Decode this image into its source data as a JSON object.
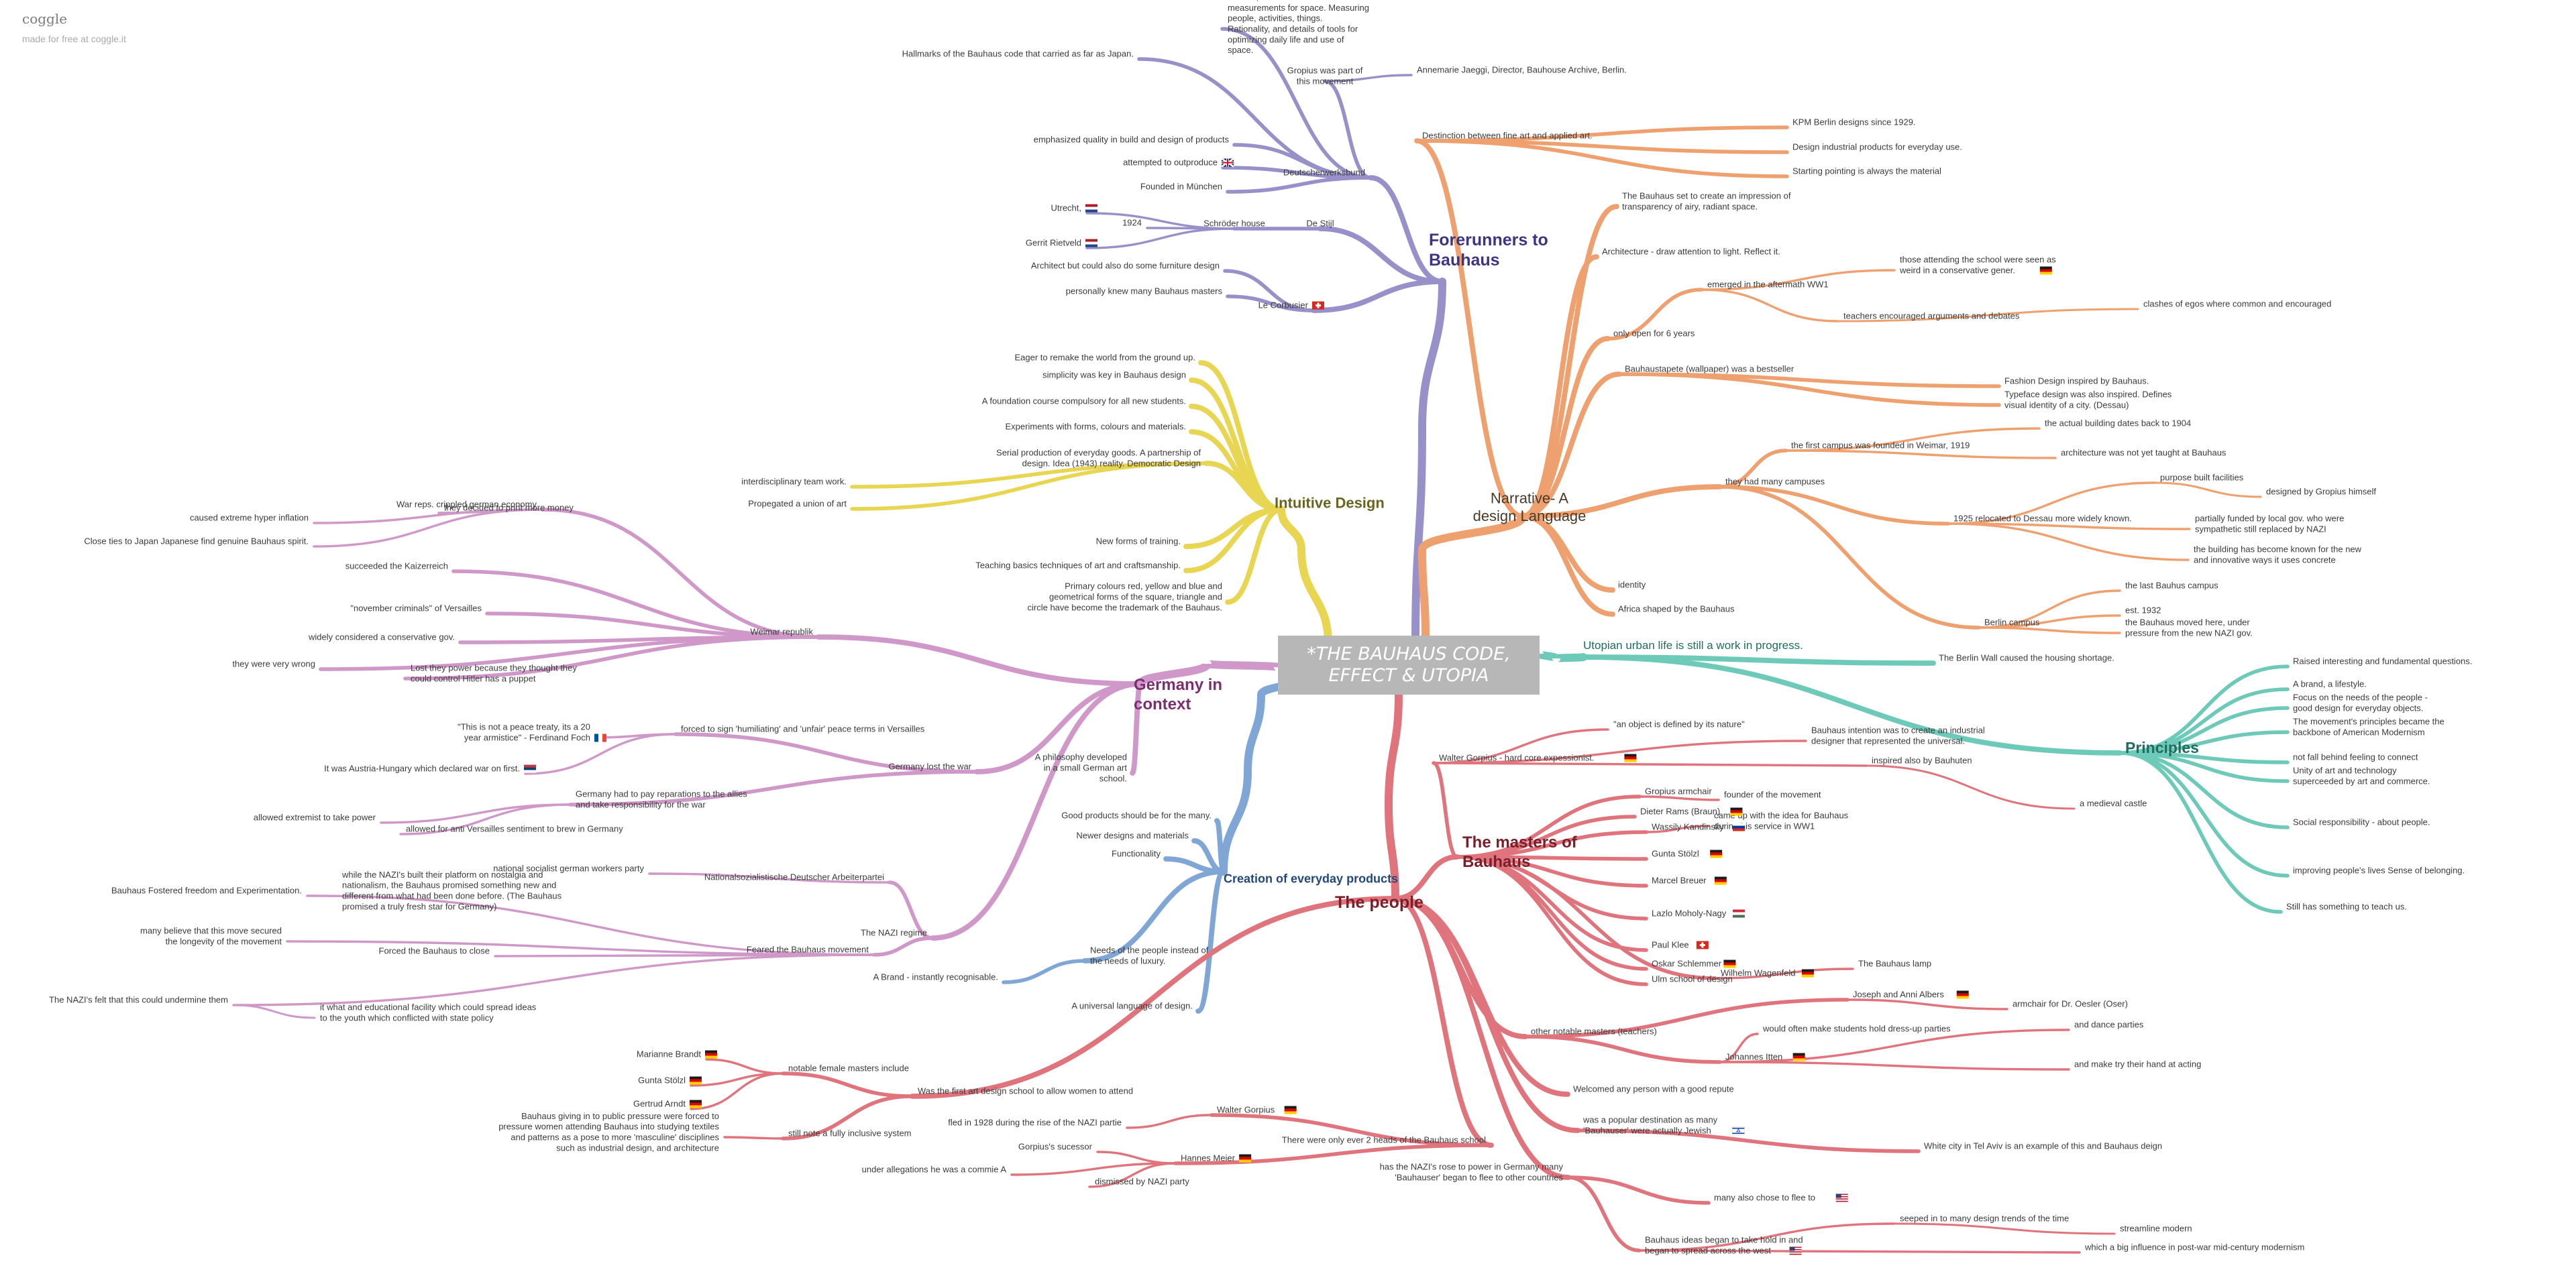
{
  "brand": {
    "name": "coggle",
    "tagline": "made for free at coggle.it"
  },
  "central": {
    "title": "*THE BAUHAUS CODE,\nEFFECT & UTOPIA"
  },
  "colors": {
    "forerunners": "#9891c9",
    "intuitive": "#e8d552",
    "germany": "#cf98c8",
    "creation": "#7fa6d5",
    "narrative": "#eea06f",
    "utopian": "#6dcab9",
    "people": "#e0747c"
  },
  "branches": [
    {
      "id": "forerunners",
      "label": "Forerunners to\nBauhaus",
      "color": "#9891c9",
      "text_color": "#3d3580",
      "children": [
        {
          "label": "Deutscherwerksbund",
          "children": [
            {
              "label": "Neufert, best seller manual on measurements for space. Measuring people, activities, things. Rationality, and details of tools for optimizing daily life and use of space."
            },
            {
              "label": "Gropius was part of this movement",
              "children": [
                {
                  "label": "Annemarie Jaeggi, Director, Bauhouse Archive, Berlin."
                }
              ]
            },
            {
              "label": "Hallmarks of the Bauhaus code that carried as far as Japan."
            },
            {
              "label": "emphasized quality in build and design of products"
            },
            {
              "label": "attempted to outproduce",
              "flag": "uk"
            },
            {
              "label": "Founded in München"
            }
          ]
        },
        {
          "label": "De Stijl",
          "children": [
            {
              "label": "Schröder house",
              "children": [
                {
                  "label": "Utrecht,",
                  "flag": "nl"
                },
                {
                  "label": "1924"
                },
                {
                  "label": "Gerrit Rietveld",
                  "flag": "nl"
                }
              ]
            }
          ]
        },
        {
          "label": "Le Corbusier",
          "flag": "ch",
          "children": [
            {
              "label": "Architect but could also do some furniture design"
            },
            {
              "label": "personally knew many Bauhaus masters"
            }
          ]
        }
      ]
    },
    {
      "id": "intuitive",
      "label": "Intuitive Design",
      "color": "#e8d552",
      "text_color": "#6b6320",
      "children": [
        {
          "label": "Eager to remake the world from the ground up."
        },
        {
          "label": "simplicity was key in Bauhaus design"
        },
        {
          "label": "A foundation course compulsory for all new students."
        },
        {
          "label": "Experiments with forms, colours and materials."
        },
        {
          "label": "Serial production of everyday goods. A partnership of design. Idea (1943) reality. Democratic Design",
          "children": [
            {
              "label": "interdisciplinary team work."
            },
            {
              "label": "Propegated a union of art"
            }
          ]
        },
        {
          "label": "New forms of training."
        },
        {
          "label": "Teaching basics techniques of art and craftsmanship."
        },
        {
          "label": "Primary colours red, yellow and blue and geometrical forms of the square, triangle and circle have become the trademark of the Bauhaus."
        }
      ]
    },
    {
      "id": "germany",
      "label": "Germany in\ncontext",
      "color": "#cf98c8",
      "text_color": "#7a2f70",
      "children": [
        {
          "label": "Weimar republik",
          "children": [
            {
              "label": "War reps. crippled german economy",
              "children": [
                {
                  "label": "they decided to print more money"
                },
                {
                  "label": "caused extreme hyper inflation"
                },
                {
                  "label": "Close ties to Japan Japanese find genuine Bauhaus spirit."
                }
              ]
            },
            {
              "label": "succeeded the Kaizerreich"
            },
            {
              "label": "\"november criminals\" of Versailles"
            },
            {
              "label": "widely considered a conservative gov."
            },
            {
              "label": "they were very wrong"
            },
            {
              "label": "Lost they power because they thought they could control Hitler has a puppet"
            }
          ]
        },
        {
          "label": "A philosophy developed in a small German art school."
        },
        {
          "label": "Germany lost the war",
          "children": [
            {
              "label": "forced to sign 'humiliating' and 'unfair' peace terms in Versailles",
              "children": [
                {
                  "label": "\"This is not a peace treaty, its a 20 year armistice\" - Ferdinand Foch",
                  "flag": "fr"
                },
                {
                  "label": "It was Austria-Hungary which declared war on first.",
                  "flag": "rs"
                }
              ]
            },
            {
              "label": "Germany had to pay reparations to the allies and take responsibility for the war",
              "children": [
                {
                  "label": "allowed extremist to take power"
                },
                {
                  "label": "allowed for anti Versailles sentiment to brew in Germany"
                }
              ]
            }
          ]
        },
        {
          "label": "The NAZI regime",
          "children": [
            {
              "label": "Nationalsozialistische Deutscher Arbeiterpartei",
              "children": [
                {
                  "label": "national socialist german workers party"
                }
              ]
            },
            {
              "label": "Feared the Bauhaus movement",
              "children": [
                {
                  "label": "Bauhaus Fostered freedom and Experimentation.",
                  "children": [
                    {
                      "label": "while the NAZI's built their platform on nostalgia and nationalism, the Bauhaus promised something new and different from what had been done before. (The Bauhaus promised a truly fresh star for Germany)"
                    }
                  ]
                },
                {
                  "label": "many believe that this move secured the longevity of the movement"
                },
                {
                  "label": "Forced the Bauhaus to close"
                },
                {
                  "label": "The NAZI's felt that this could undermine them",
                  "children": [
                    {
                      "label": "it what and educational facility which could spread ideas to the youth which conflicted with state policy"
                    }
                  ]
                }
              ]
            }
          ]
        }
      ]
    },
    {
      "id": "creation",
      "label": "Creation of everyday products",
      "color": "#7fa6d5",
      "text_color": "#24477a",
      "children": [
        {
          "label": "Good products should be for the many."
        },
        {
          "label": "Newer designs and materials"
        },
        {
          "label": "Functionality"
        },
        {
          "label": "Needs of the people instead of the needs of luxury.",
          "children": [
            {
              "label": "A Brand - instantly recognisable."
            }
          ]
        },
        {
          "label": "A universal language of design."
        }
      ]
    },
    {
      "id": "narrative",
      "label": "Narrative- A\ndesign Language",
      "color": "#eea06f",
      "text_color": "#4a3a2a",
      "children": [
        {
          "label": "Destinction between fine art and applied art.",
          "children": [
            {
              "label": "KPM Berlin designs since 1929."
            },
            {
              "label": "Design industrial products for everyday use."
            },
            {
              "label": "Starting pointing is always the material"
            }
          ]
        },
        {
          "label": "The Bauhaus set to create an impression of transparency of airy, radiant space."
        },
        {
          "label": "Architecture - draw attention to light. Reflect it."
        },
        {
          "label": "only open for 6 years",
          "children": [
            {
              "label": "emerged in the aftermath WW1",
              "children": [
                {
                  "label": "those attending the school were seen as weird in a conservative gener.",
                  "flag": "de"
                },
                {
                  "label": "teachers encouraged arguments and debates",
                  "children": [
                    {
                      "label": "clashes of egos where common and encouraged"
                    }
                  ]
                }
              ]
            }
          ]
        },
        {
          "label": "Bauhaustapete (wallpaper) was a bestseller",
          "children": [
            {
              "label": "Fashion Design inspired by Bauhaus."
            },
            {
              "label": "Typeface design was also inspired. Defines visual identity of a city. (Dessau)"
            }
          ]
        },
        {
          "label": "they had many campuses",
          "children": [
            {
              "label": "the first campus was founded in Weimar, 1919",
              "children": [
                {
                  "label": "the actual building dates back to 1904"
                },
                {
                  "label": "architecture was not yet taught at Bauhaus"
                }
              ]
            },
            {
              "label": "1925 relocated to Dessau more widely known.",
              "children": [
                {
                  "label": "purpose built facilities",
                  "children": [
                    {
                      "label": "designed by Gropius himself"
                    }
                  ]
                },
                {
                  "label": "partially funded by local gov. who were sympathetic still replaced by NAZI"
                },
                {
                  "label": "the building has become known for the new and innovative ways it uses concrete"
                }
              ]
            },
            {
              "label": "Berlin campus",
              "children": [
                {
                  "label": "the last Bauhus campus"
                },
                {
                  "label": "est. 1932"
                },
                {
                  "label": "the Bauhaus moved here, under pressure from the new NAZI gov."
                }
              ]
            }
          ]
        },
        {
          "label": "identity"
        },
        {
          "label": "Africa shaped by the Bauhaus"
        }
      ]
    },
    {
      "id": "utopian",
      "label": "Utopian urban life is still a work in progress.",
      "color": "#6dcab9",
      "text_color": "#1f6d60",
      "children": [
        {
          "label": "The Berlin Wall caused the housing shortage."
        },
        {
          "label": "Principles",
          "children": [
            {
              "label": "Raised interesting and fundamental questions."
            },
            {
              "label": "A brand, a lifestyle."
            },
            {
              "label": "Focus on the needs of the people - good design for everyday objects."
            },
            {
              "label": "The movement's principles became the backbone of American Modernism"
            },
            {
              "label": "not fall behind feeling to connect"
            },
            {
              "label": "Unity of art and technology superceeded by art and commerce."
            },
            {
              "label": "Social responsibility - about people."
            },
            {
              "label": "improving people's lives Sense of belonging."
            },
            {
              "label": "Still has something to teach us."
            }
          ]
        }
      ]
    },
    {
      "id": "people",
      "label": "The people",
      "color": "#e0747c",
      "text_color": "#7a1f2a",
      "children": [
        {
          "label": "The masters of\nBauhaus",
          "children": [
            {
              "label": "Walter Gorpius - hard core expessionist.",
              "flag": "de",
              "children": [
                {
                  "label": "\"an object is defined by its nature\""
                },
                {
                  "label": "Bauhaus intention was to create an industrial designer that represented the universal."
                },
                {
                  "label": "inspired also by Bauhuten",
                  "children": [
                    {
                      "label": "a medieval castle"
                    }
                  ]
                }
              ]
            },
            {
              "label": "Gropius armchair",
              "children": [
                {
                  "label": "founder of the movement"
                }
              ]
            },
            {
              "label": "Dieter Rams (Braun)",
              "flag": "de"
            },
            {
              "label": "Wassily Kandinsky",
              "flag": "ru",
              "children": [
                {
                  "label": "came up with the idea for Bauhaus during his service in WW1"
                }
              ]
            },
            {
              "label": "Gunta Stölzl",
              "flag": "de"
            },
            {
              "label": "Marcel Breuer",
              "flag": "de"
            },
            {
              "label": "Lazlo Moholy-Nagy",
              "flag": "hu"
            },
            {
              "label": "Paul Klee",
              "flag": "ch"
            },
            {
              "label": "Oskar Schlemmer",
              "flag": "de"
            },
            {
              "label": "Ulm school of design"
            },
            {
              "label": "Wilhelm Wagenfeld",
              "flag": "de",
              "children": [
                {
                  "label": "The Bauhaus lamp"
                }
              ]
            }
          ]
        },
        {
          "label": "other notable masters (teachers)",
          "children": [
            {
              "label": "Joseph and Anni Albers",
              "flag": "de",
              "children": [
                {
                  "label": "armchair for Dr. Oesler (Oser)"
                }
              ]
            },
            {
              "label": "Johannes Itten",
              "flag": "de",
              "children": [
                {
                  "label": "would often make students hold dress-up parties"
                },
                {
                  "label": "and dance parties"
                },
                {
                  "label": "and make try their hand at acting"
                }
              ]
            }
          ]
        },
        {
          "label": "Welcomed any person with a good repute"
        },
        {
          "label": "was a popular destination as many 'Bauhauser' were actually Jewish",
          "flag": "il",
          "children": [
            {
              "label": "White city in Tel Aviv is an example of this and Bauhaus deign"
            }
          ]
        },
        {
          "label": "has the NAZI's rose to power in Germany many 'Bauhauser' began to flee to other countries",
          "children": [
            {
              "label": "many also chose to flee to",
              "flag": "us"
            },
            {
              "label": "Bauhaus ideas began to take hold in and began to spread across the west",
              "flag": "us",
              "children": [
                {
                  "label": "seeped in to many design trends of the time",
                  "children": [
                    {
                      "label": "streamline modern"
                    }
                  ]
                },
                {
                  "label": "which a big influence in post-war mid-century modernism"
                }
              ]
            }
          ]
        },
        {
          "label": "Was the first art design school to allow women to attend",
          "children": [
            {
              "label": "notable female masters include",
              "children": [
                {
                  "label": "Marianne Brandt",
                  "flag": "de"
                },
                {
                  "label": "Gunta Stölzl",
                  "flag": "de"
                },
                {
                  "label": "Gertrud Arndt",
                  "flag": "de"
                }
              ]
            },
            {
              "label": "still note a fully inclusive system",
              "children": [
                {
                  "label": "Bauhaus giving in to public pressure were forced to pressure women attending Bauhaus into studying textiles and patterns as a pose to more 'masculine' disciplines such as industrial design, and architecture"
                }
              ]
            }
          ]
        },
        {
          "label": "There were only ever 2 heads of the Bauhaus school",
          "children": [
            {
              "label": "Walter Gorpius",
              "flag": "de",
              "children": [
                {
                  "label": "fled in 1928 during the rise of the NAZI partie"
                }
              ]
            },
            {
              "label": "Hannes Meier",
              "flag": "de",
              "children": [
                {
                  "label": "Gorpius's sucessor"
                },
                {
                  "label": "under allegations he was a commie A"
                },
                {
                  "label": "dismissed by NAZI party"
                }
              ]
            }
          ]
        }
      ]
    }
  ]
}
